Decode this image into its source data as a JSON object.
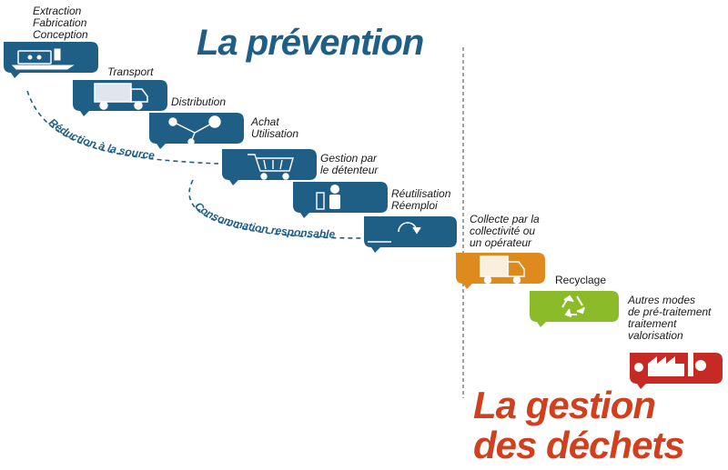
{
  "titles": {
    "prevention": "La prévention",
    "gestion": "La gestion\ndes déchets"
  },
  "arcs": {
    "source": "Réduction à la source",
    "consommation": "Consommation responsable"
  },
  "steps": [
    {
      "label": "Extraction\nFabrication\nConception",
      "icon": "factory-ship-icon"
    },
    {
      "label": "Transport",
      "icon": "truck-icon"
    },
    {
      "label": "Distribution",
      "icon": "distribution-network-icon"
    },
    {
      "label": "Achat\nUtilisation",
      "icon": "shopping-cart-icon"
    },
    {
      "label": "Gestion par\nle détenteur",
      "icon": "person-bin-icon"
    },
    {
      "label": "Réutilisation\nRéemploi",
      "icon": "reuse-arrows-icon"
    },
    {
      "label": "Collecte par la\ncollectivité ou\nun opérateur",
      "icon": "collection-truck-icon"
    },
    {
      "label": "Recyclage",
      "icon": "recycle-icon"
    },
    {
      "label": "Autres modes\nde pré-traitement\ntraitement\nvalorisation",
      "icon": "treatment-plant-icon"
    }
  ],
  "colors": {
    "prevention": "#1f5f86",
    "collecte": "#de8a1c",
    "recyclage": "#8cbb2a",
    "traitement": "#c62a25",
    "gestion_title": "#d0401e"
  }
}
